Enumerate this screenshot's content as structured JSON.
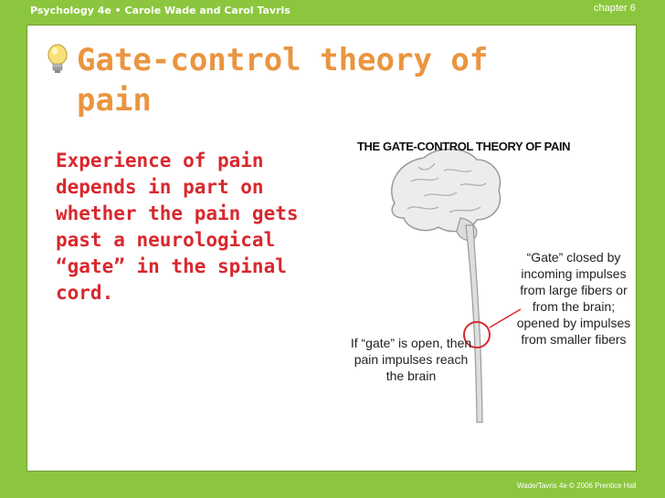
{
  "header": {
    "left_text": "Psychology 4e  •  Carole Wade and Carol Tavris",
    "chapter": "chapter 6"
  },
  "slide": {
    "title": "Gate-control theory of pain",
    "body": "Experience of pain depends in part on whether the pain gets past a neurological “gate” in the spinal cord."
  },
  "figure": {
    "title": "THE GATE-CONTROL THEORY OF PAIN",
    "label_closed": "“Gate” closed by incoming impulses from large fibers or from the brain; opened by impulses from smaller fibers",
    "label_open": "If “gate” is open, then pain impulses reach the brain"
  },
  "footer": {
    "copyright": "Wade/Tavris 4e © 2006 Prentice Hall"
  },
  "colors": {
    "background": "#8cc63e",
    "title": "#ea9540",
    "body": "#d8282e",
    "gate_circle": "#d8282e"
  },
  "icons": {
    "bullet": "lightbulb-icon"
  }
}
